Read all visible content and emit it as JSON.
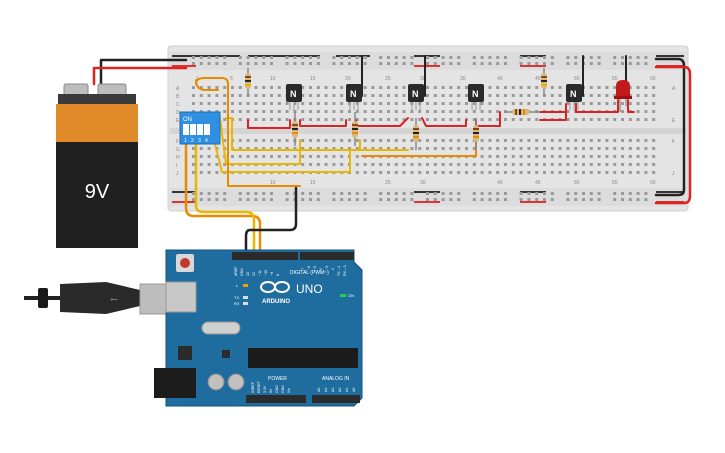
{
  "battery": {
    "label": "9V"
  },
  "dip_switch": {
    "on_label": "ON",
    "numbers": [
      "1",
      "2",
      "3",
      "4"
    ]
  },
  "breadboard": {
    "row_letters_top": [
      "A",
      "B",
      "C",
      "D",
      "E"
    ],
    "row_letters_bottom": [
      "F",
      "G",
      "H",
      "I",
      "J"
    ],
    "column_numbers": [
      "1",
      "5",
      "10",
      "15",
      "20",
      "25",
      "30",
      "35",
      "40",
      "45",
      "50",
      "55",
      "60"
    ]
  },
  "transistor_label": "N",
  "arduino": {
    "brand": "ARDUINO",
    "model": "UNO",
    "digital_label": "DIGITAL (PWM~)",
    "power_label": "POWER",
    "analog_label": "ANALOG IN",
    "led_labels": {
      "l": "L",
      "tx": "TX",
      "rx": "RX",
      "on": "ON"
    },
    "top_pin_labels": [
      "AREF",
      "GND",
      "13",
      "12",
      "~11",
      "~10",
      "~9",
      "8",
      "7",
      "~6",
      "~5",
      "4",
      "~3",
      "2",
      "TX→1",
      "RX←0"
    ],
    "power_pin_labels": [
      "IOREF",
      "RESET",
      "3.3V",
      "5V",
      "GND",
      "GND",
      "Vin"
    ],
    "analog_pin_labels": [
      "A0",
      "A1",
      "A2",
      "A3",
      "A4",
      "A5"
    ]
  }
}
